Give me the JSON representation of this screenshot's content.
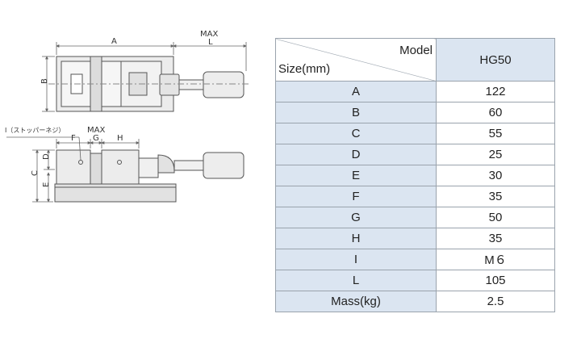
{
  "drawing": {
    "labels": {
      "a": "A",
      "max_top": "MAX",
      "l": "L",
      "b": "B",
      "stopper_note": "I（ストッパーネジ）",
      "f": "F",
      "max_mid": "MAX",
      "g": "G",
      "h": "H",
      "c": "C",
      "d": "D",
      "e": "E"
    },
    "colors": {
      "line": "#555555",
      "dim": "#666666",
      "fill": "#e6e6e6"
    }
  },
  "table": {
    "header_model": "Model",
    "header_size": "Size(mm)",
    "header_value": "HG50",
    "rows": [
      {
        "label": "A",
        "value": "122"
      },
      {
        "label": "B",
        "value": "60"
      },
      {
        "label": "C",
        "value": "55"
      },
      {
        "label": "D",
        "value": "25"
      },
      {
        "label": "E",
        "value": "30"
      },
      {
        "label": "F",
        "value": "35"
      },
      {
        "label": "G",
        "value": "50"
      },
      {
        "label": "H",
        "value": "35"
      },
      {
        "label": "I",
        "value": "M６"
      },
      {
        "label": "L",
        "value": "105"
      },
      {
        "label": "Mass(kg)",
        "value": "2.5"
      }
    ],
    "colors": {
      "label_bg": "#dbe5f1",
      "header_bg": "#dbe5f1",
      "border": "#9aa3ad"
    }
  }
}
